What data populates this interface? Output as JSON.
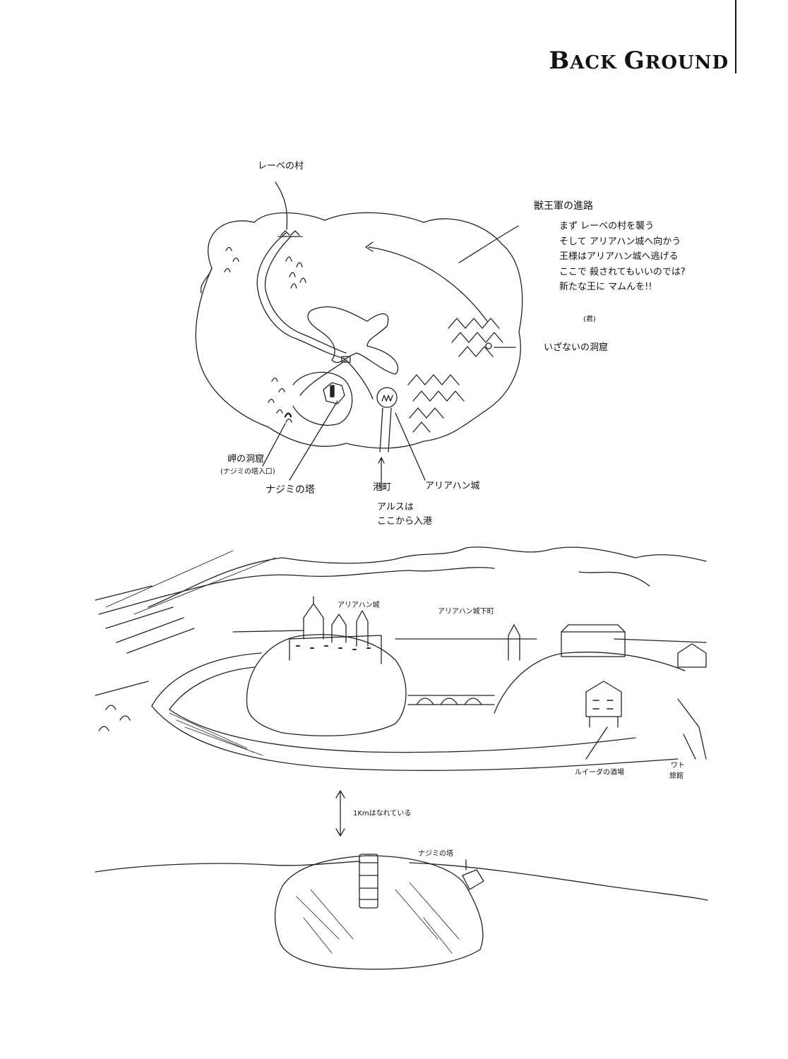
{
  "header": {
    "title_big_1": "B",
    "title_small_1": "ACK ",
    "title_big_2": "G",
    "title_small_2": "ROUND"
  },
  "map": {
    "village_label": "レーベの村",
    "army_route_title": "獣王軍の進路",
    "army_route_notes": [
      "まず レーベの村を襲う",
      "そして アリアハン城へ向かう",
      "王様はアリアハン城へ逃げる",
      "ここで 殺されてもいいのでは?",
      "新たな王に マムんを!!"
    ],
    "army_route_aside": "(君)",
    "cave_east_label": "いざないの洞窟",
    "cave_pass_label": "岬の洞窟",
    "cave_pass_sub": "(ナジミの塔入口)",
    "najimi_tower_label": "ナジミの塔",
    "port_town_label": "港町",
    "arus_note_1": "アルスは",
    "arus_note_2": "ここから入港",
    "aliahan_castle_label": "アリアハン城"
  },
  "landscape": {
    "castle_label": "アリアハン城",
    "castle_town_label": "アリアハン城下町",
    "luida_label": "ルイーダの酒場",
    "inn_label_1": "ワト",
    "inn_label_2": "旅館",
    "distance_label": "1Kmはなれている",
    "tower_label": "ナジミの塔"
  }
}
